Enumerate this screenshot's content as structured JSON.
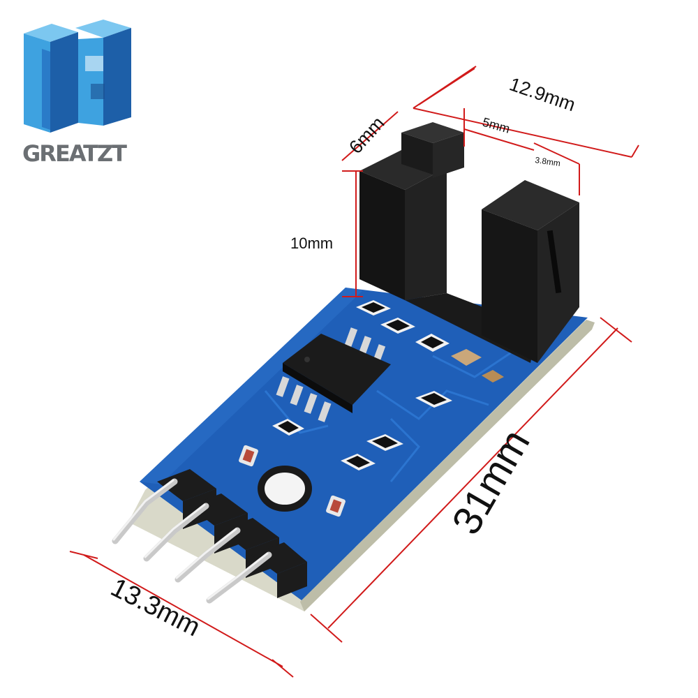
{
  "brand": {
    "name": "GREATZT",
    "colors": {
      "logo_light": "#3ea2e0",
      "logo_dark": "#1d5fa8",
      "text": "#6b6f73"
    }
  },
  "dimensions": {
    "top_width": "12.9mm",
    "slot_depth": "6mm",
    "slot_gap": "5mm",
    "arm_width": "3.8mm",
    "height": "10mm",
    "length": "31mm",
    "width": "13.3mm"
  },
  "colors": {
    "pcb": "#1f5fb8",
    "pcb_edge": "#d8d8c8",
    "sensor": "#1a1a1a",
    "dimension_line": "#d11a1a"
  },
  "icons": [
    "greatzt-logo-icon",
    "ic-chip-icon",
    "header-pin-icon",
    "led-icon",
    "resistor-icon"
  ]
}
